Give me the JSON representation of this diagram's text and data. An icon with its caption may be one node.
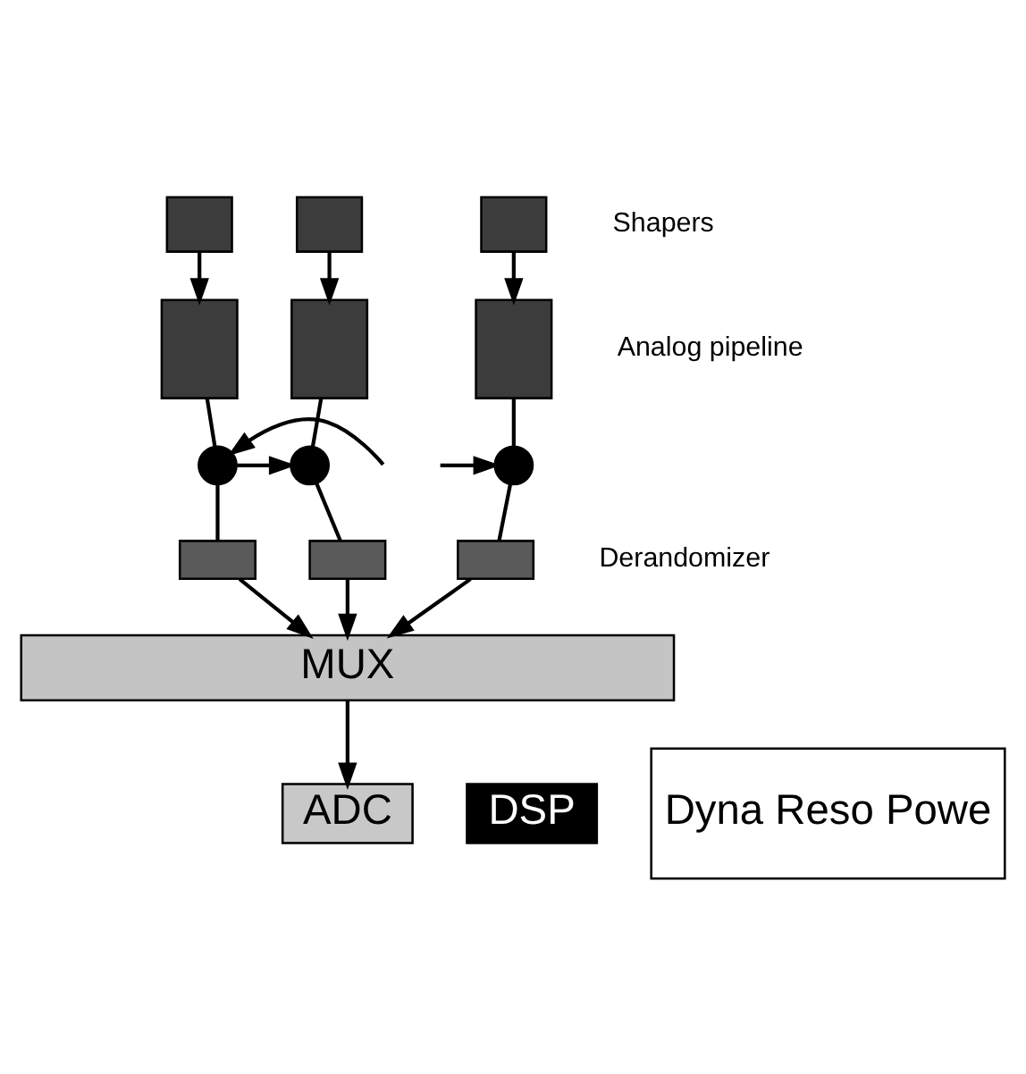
{
  "diagram": {
    "nodes": [
      {
        "text": [],
        "shape": "box"
      },
      {
        "text": [],
        "shape": "box"
      },
      {
        "text": [],
        "shape": "box"
      },
      {
        "text": [],
        "shape": "box"
      },
      {
        "text": [],
        "shape": "box"
      },
      {
        "text": [],
        "shape": "box"
      },
      {
        "text": [],
        "shape": "circle"
      },
      {
        "text": [],
        "shape": "circle"
      },
      {
        "text": [],
        "shape": "circle"
      },
      {
        "text": [],
        "shape": "box"
      },
      {
        "text": [],
        "shape": "box"
      },
      {
        "text": [],
        "shape": "box"
      },
      {
        "text": [
          "MUX"
        ]
      },
      {
        "text": [
          "ADC"
        ]
      },
      {
        "text": [
          "DSP"
        ]
      },
      {
        "text": [
          "Dyna Reso Powe"
        ]
      }
    ],
    "edges": [
      {
        "from": 0,
        "to": 3,
        "arrow": "to"
      },
      {
        "from": 1,
        "to": 4,
        "arrow": "to"
      },
      {
        "from": 2,
        "to": 5,
        "arrow": "to"
      },
      {
        "from": 3,
        "to": 6,
        "arrow": "none"
      },
      {
        "from": 4,
        "to": 7,
        "arrow": "none"
      },
      {
        "from": 5,
        "to": 8,
        "arrow": "none"
      },
      {
        "from": null,
        "to": 6,
        "arrow": "to"
      },
      {
        "from": 6,
        "to": 7,
        "arrow": "to"
      },
      {
        "from": null,
        "to": 8,
        "arrow": "to"
      },
      {
        "from": 6,
        "to": 9,
        "arrow": "none"
      },
      {
        "from": 7,
        "to": 10,
        "arrow": "none"
      },
      {
        "from": 8,
        "to": 11,
        "arrow": "none"
      },
      {
        "from": 9,
        "to": 12,
        "arrow": "to"
      },
      {
        "from": 10,
        "to": 12,
        "arrow": "to"
      },
      {
        "from": 11,
        "to": 12,
        "arrow": "to"
      },
      {
        "from": 12,
        "to": 13,
        "arrow": "to"
      }
    ],
    "labels": [
      "Shapers",
      "Analog pipeline",
      "Derandomizer"
    ]
  }
}
